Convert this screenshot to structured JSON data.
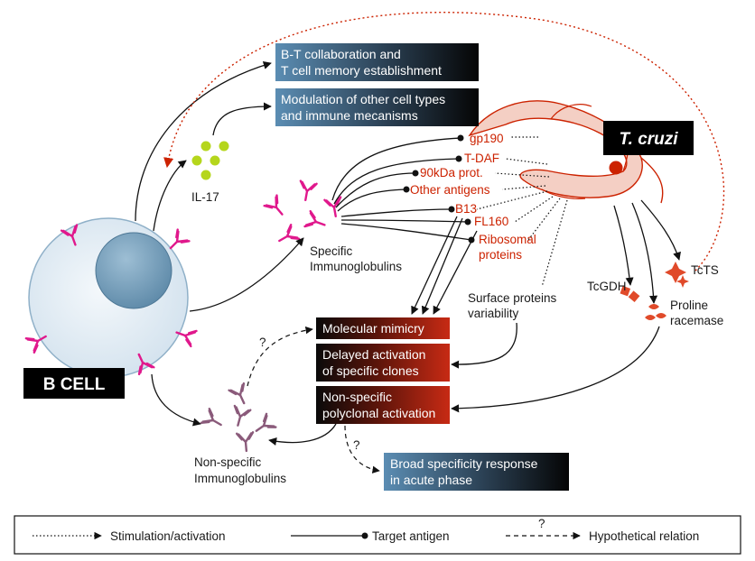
{
  "colors": {
    "antibody_specific": "#e0188c",
    "antibody_nonspecific": "#8a5a7a",
    "parasite": "#cc2200",
    "il17": "#b5d61c",
    "cell": "#e4eef6",
    "nucleus": "#7fa7c2"
  },
  "b_cell": {
    "label": "B CELL"
  },
  "parasite": {
    "label": "T. cruzi"
  },
  "il17": {
    "label": "IL-17"
  },
  "specific_ig": {
    "line1": "Specific",
    "line2": "Immunoglobulins"
  },
  "nonspecific_ig": {
    "line1": "Non-specific",
    "line2": "Immunoglobulins"
  },
  "antigens": {
    "gp190": "gp190",
    "tdaf": "T-DAF",
    "kda90": "90kDa prot.",
    "other": "Other antigens",
    "b13": "B13",
    "fl160": "FL160",
    "ribosomal_1": "Ribosomal",
    "ribosomal_2": "proteins"
  },
  "surface_variability": {
    "line1": "Surface proteins",
    "line2": "variability"
  },
  "enzymes": {
    "tcgdh": "TcGDH",
    "tcts": "TcTS",
    "proline_1": "Proline",
    "proline_2": "racemase"
  },
  "boxes": {
    "bt_collab": {
      "line1": "B-T collaboration and",
      "line2": "T cell memory establishment"
    },
    "modulation": {
      "line1": "Modulation of other cell types",
      "line2": "and immune mecanisms"
    },
    "mimicry": {
      "line1": "Molecular mimicry"
    },
    "delayed": {
      "line1": "Delayed activation",
      "line2": "of specific clones"
    },
    "polyclonal": {
      "line1": "Non-specific",
      "line2": "polyclonal activation"
    },
    "broad": {
      "line1": "Broad specificity response",
      "line2": "in acute phase"
    }
  },
  "question_mark": "?",
  "legend": {
    "stimulation": "Stimulation/activation",
    "target": "Target antigen",
    "hypothetical": "Hypothetical relation",
    "question": "?"
  }
}
